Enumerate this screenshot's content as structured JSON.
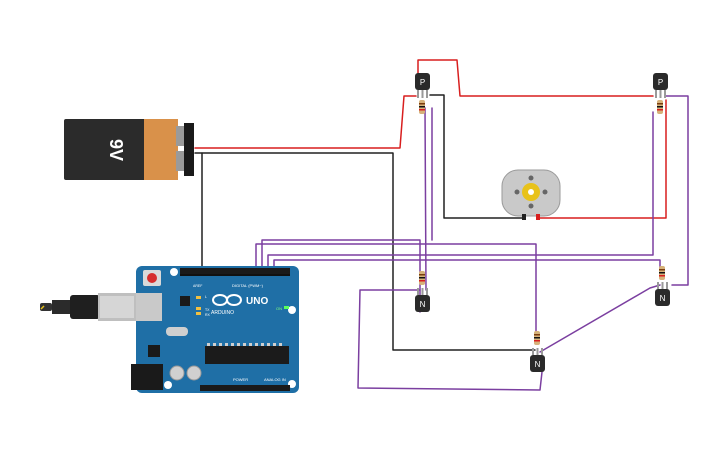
{
  "battery": {
    "label": "9V",
    "body_color": "#2b2b2b",
    "cap_color": "#d9914a"
  },
  "arduino": {
    "brand": "ARDUINO",
    "model": "UNO",
    "on_label": "ON",
    "digital_header": "DIGITAL (PWM~)",
    "power_header": "POWER",
    "analog_header": "ANALOG IN",
    "tx_label": "TX",
    "rx_label": "RX",
    "l_label": "L",
    "aref_label": "AREF",
    "board_color": "#1f6fa6"
  },
  "transistors": {
    "pnp_left": "P",
    "pnp_right": "P",
    "npn_left": "N",
    "npn_right": "N",
    "npn_bottom": "N"
  },
  "wire_colors": {
    "red": "#d81e1e",
    "black": "#202020",
    "purple": "#7b3fa0"
  },
  "motor": {
    "shaft_color": "#e8c21a"
  }
}
